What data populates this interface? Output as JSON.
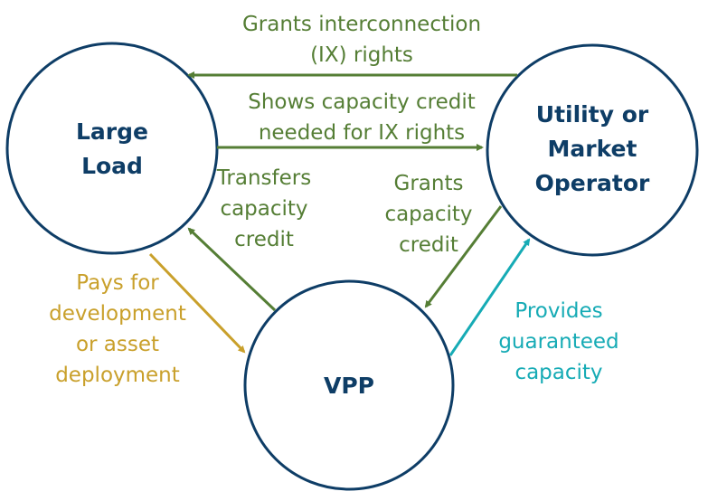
{
  "colors": {
    "node_stroke": "#0e3d66",
    "node_text": "#0e3d66",
    "green": "#557e35",
    "gold": "#c9a02b",
    "teal": "#16abb5"
  },
  "nodes": {
    "large_load": {
      "label_line1": "Large",
      "label_line2": "Load"
    },
    "utility": {
      "label_line1": "Utility or",
      "label_line2": "Market",
      "label_line3": "Operator"
    },
    "vpp": {
      "label": "VPP"
    }
  },
  "edges": {
    "grants_ix": {
      "from": "Utility or Market Operator",
      "to": "Large Load",
      "line1": "Grants interconnection",
      "line2": "(IX) rights",
      "color": "green"
    },
    "shows_capacity": {
      "from": "Large Load",
      "to": "Utility or Market Operator",
      "line1": "Shows capacity credit",
      "line2": "needed for IX rights",
      "color": "green"
    },
    "transfers_credit": {
      "from": "VPP",
      "to": "Large Load",
      "line1": "Transfers",
      "line2": "capacity",
      "line3": "credit",
      "color": "green"
    },
    "grants_credit": {
      "from": "Utility or Market Operator",
      "to": "VPP",
      "line1": "Grants",
      "line2": "capacity",
      "line3": "credit",
      "color": "green"
    },
    "pays_for": {
      "from": "Large Load",
      "to": "VPP",
      "line1": "Pays for",
      "line2": "development",
      "line3": "or asset",
      "line4": "deployment",
      "color": "gold"
    },
    "provides_capacity": {
      "from": "VPP",
      "to": "Utility or Market Operator",
      "line1": "Provides",
      "line2": "guaranteed",
      "line3": "capacity",
      "color": "teal"
    }
  }
}
